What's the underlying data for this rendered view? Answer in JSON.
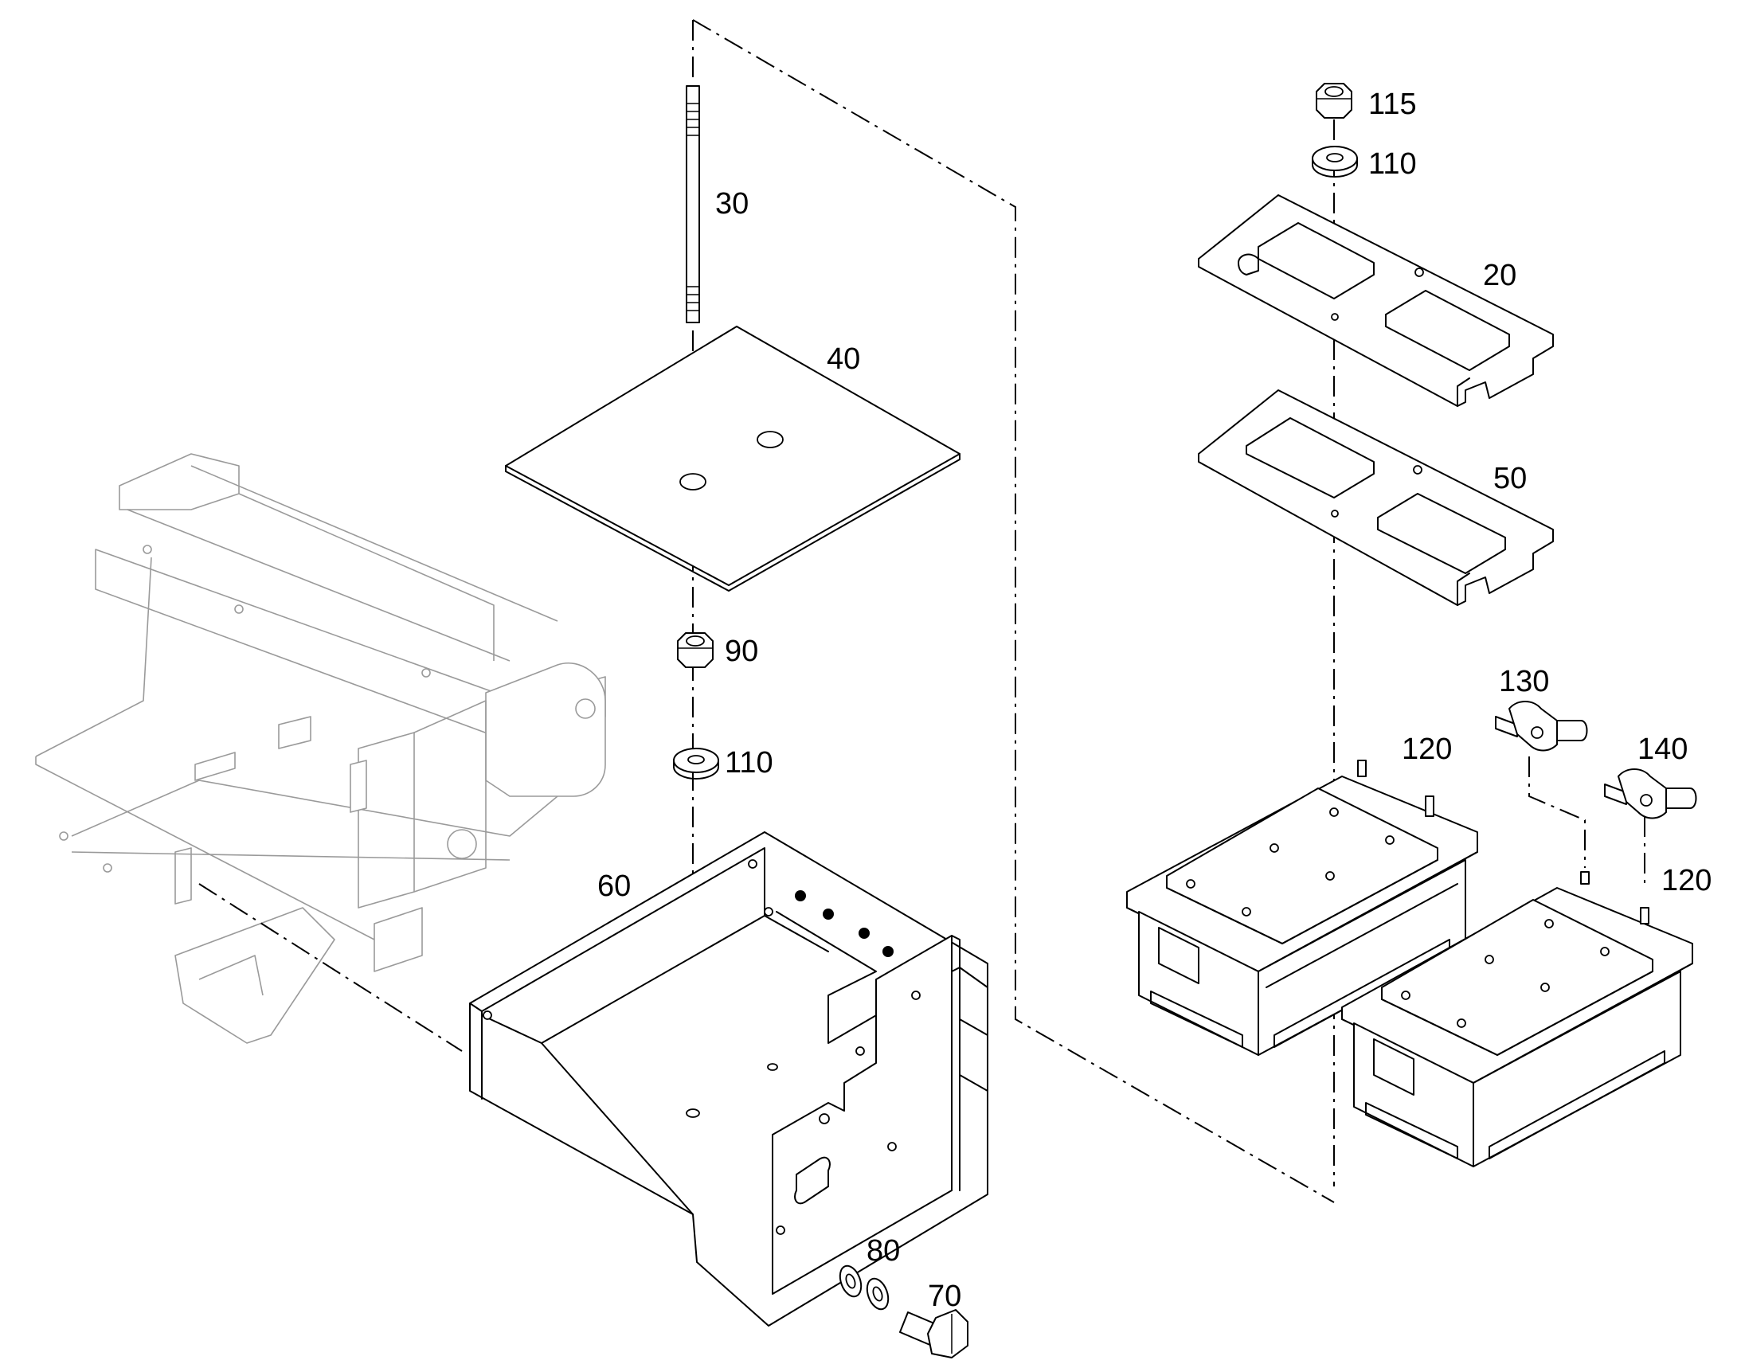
{
  "callouts": [
    {
      "id": "c30",
      "text": "30"
    },
    {
      "id": "c40",
      "text": "40"
    },
    {
      "id": "c90",
      "text": "90"
    },
    {
      "id": "c110a",
      "text": "110"
    },
    {
      "id": "c60",
      "text": "60"
    },
    {
      "id": "c80",
      "text": "80"
    },
    {
      "id": "c70",
      "text": "70"
    },
    {
      "id": "c115",
      "text": "115"
    },
    {
      "id": "c110b",
      "text": "110"
    },
    {
      "id": "c20",
      "text": "20"
    },
    {
      "id": "c50",
      "text": "50"
    },
    {
      "id": "c130",
      "text": "130"
    },
    {
      "id": "c120a",
      "text": "120"
    },
    {
      "id": "c140",
      "text": "140"
    },
    {
      "id": "c120b",
      "text": "120"
    }
  ],
  "colors": {
    "line": "#000000",
    "ghost": "#9a9a9a",
    "background": "#ffffff"
  }
}
